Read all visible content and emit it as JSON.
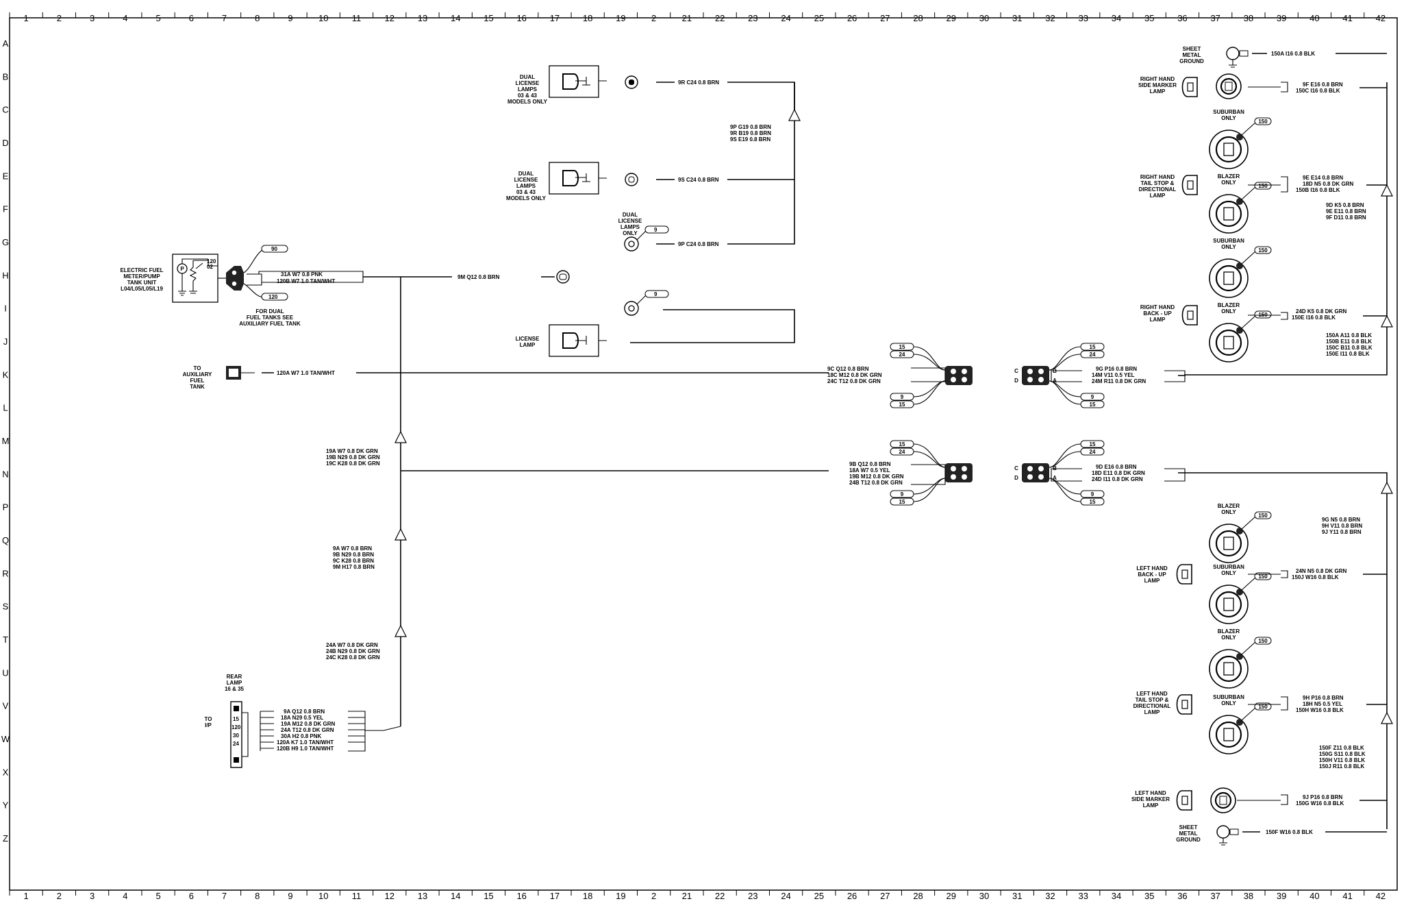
{
  "grid": {
    "columns": [
      "1",
      "2",
      "3",
      "4",
      "5",
      "6",
      "7",
      "8",
      "9",
      "10",
      "11",
      "12",
      "13",
      "14",
      "15",
      "16",
      "17",
      "18",
      "19",
      "2",
      "21",
      "22",
      "23",
      "24",
      "25",
      "26",
      "27",
      "28",
      "29",
      "30",
      "31",
      "32",
      "33",
      "34",
      "35",
      "36",
      "37",
      "38",
      "39",
      "40",
      "41",
      "42"
    ],
    "rows": [
      "A",
      "B",
      "C",
      "D",
      "E",
      "F",
      "G",
      "H",
      "I",
      "J",
      "K",
      "L",
      "M",
      "N",
      "P",
      "Q",
      "R",
      "S",
      "T",
      "U",
      "V",
      "W",
      "X",
      "Y",
      "Z"
    ]
  },
  "components": {
    "fuel_pump": {
      "lines": [
        "ELECTRIC FUEL",
        "METER/PUMP",
        "TANK UNIT",
        "L04/L05/L05/L19"
      ],
      "pin_a": "120",
      "pin_b": "02"
    },
    "fuel_connector": {
      "tag_top": "90",
      "tag_bottom": "120",
      "note_lines": [
        "FOR DUAL",
        "FUEL TANKS SEE",
        "AUXILIARY FUEL TANK"
      ]
    },
    "aux_fuel": {
      "lines": [
        "TO",
        "AUXILIARY",
        "FUEL",
        "TANK"
      ]
    },
    "rear_lamp": {
      "lines": [
        "REAR",
        "LAMP",
        "16 & 35"
      ],
      "to_lines": [
        "TO",
        "I/P"
      ],
      "pins": [
        "15",
        "120",
        "30",
        "24"
      ]
    },
    "dual_license_1": {
      "lines": [
        "DUAL",
        "LICENSE",
        "LAMPS",
        "03 & 43",
        "MODELS ONLY"
      ]
    },
    "dual_license_2": {
      "lines": [
        "DUAL",
        "LICENSE",
        "LAMPS",
        "03 & 43",
        "MODELS ONLY"
      ]
    },
    "dual_license_3": {
      "lines": [
        "DUAL",
        "LICENSE",
        "LAMPS",
        "ONLY"
      ],
      "tag": "9"
    },
    "license_lamp": {
      "lines": [
        "LICENSE",
        "LAMP"
      ],
      "tag": "9"
    },
    "sheet_metal_ground_top": {
      "lines": [
        "SHEET",
        "METAL",
        "GROUND"
      ]
    },
    "rh_side_marker": {
      "lines": [
        "RIGHT HAND",
        "SIDE MARKER",
        "LAMP"
      ]
    },
    "rh_tail": {
      "lines": [
        "RIGHT HAND",
        "TAIL STOP &",
        "DIRECTIONAL",
        "LAMP"
      ]
    },
    "rh_backup": {
      "lines": [
        "RIGHT HAND",
        "BACK - UP",
        "LAMP"
      ]
    },
    "lh_backup": {
      "lines": [
        "LEFT HAND",
        "BACK - UP",
        "LAMP"
      ]
    },
    "lh_tail": {
      "lines": [
        "LEFT HAND",
        "TAIL STOP &",
        "DIRECTIONAL",
        "LAMP"
      ]
    },
    "lh_side_marker": {
      "lines": [
        "LEFT HAND",
        "SIDE MARKER",
        "LAMP"
      ]
    },
    "sheet_metal_ground_bottom": {
      "lines": [
        "SHEET",
        "METAL",
        "GROUND"
      ]
    },
    "suburban_only": {
      "lines": [
        "SUBURBAN",
        "ONLY"
      ]
    },
    "blazer_only": {
      "lines": [
        "BLAZER",
        "ONLY"
      ]
    },
    "lamp_tags": [
      "150",
      "150",
      "150",
      "150",
      "150",
      "150",
      "150",
      "150"
    ],
    "conn_tags_upper_left": [
      "15",
      "24",
      "9",
      "15"
    ],
    "conn_tags_upper_right": [
      "15",
      "24",
      "9",
      "15"
    ],
    "conn_tags_lower_left": [
      "15",
      "24",
      "9",
      "15"
    ],
    "conn_tags_lower_right": [
      "15",
      "24",
      "9",
      "15"
    ],
    "conn_letters": [
      "C",
      "D",
      "B",
      "A"
    ]
  },
  "wires": {
    "fuel_out": [
      "31A  W7  0.8 PNK",
      "120B  W7  1.0 TAN/WHT"
    ],
    "ground_h": "9M  Q12  0.8 BRN",
    "aux_k": "120A  W7  1.0 TAN/WHT",
    "lic1": "9R  C24  0.8 BRN",
    "lic2": "9S  C24  0.8 BRN",
    "lic3": "9P  C24  0.8 BRN",
    "lic_bus": [
      "9P   G19  0.8 BRN",
      "9R   B19  0.8 BRN",
      "9S   E19  0.8 BRN"
    ],
    "bus_m": [
      "19A    W7   0.8 DK GRN",
      "19B    N29  0.8 DK GRN",
      "19C    K28  0.8 DK GRN"
    ],
    "bus_q": [
      "9A     W7   0.8 BRN",
      "9B     N29  0.8 BRN",
      "9C     K28  0.8 BRN",
      "9M     H17  0.8 BRN"
    ],
    "bus_t": [
      "24A    W7   0.8 DK GRN",
      "24B    N29  0.8 DK GRN",
      "24C    K28  0.8 DK GRN"
    ],
    "rear_lamp": [
      "9A    Q12  0.8 BRN",
      "18A   N29  0.5 YEL",
      "19A   M12  0.8 DK GRN",
      "24A   T12  0.8 DK GRN",
      "30A   H2   0.8 PNK",
      "120A  K7   1.0 TAN/WHT",
      "120B  H9   1.0 TAN/WHT"
    ],
    "conn_upper_in": [
      "9C   Q12  0.8 BRN",
      "18C  M12  0.8 DK GRN",
      "24C  T12  0.8 DK GRN"
    ],
    "conn_lower_in": [
      "9B   Q12  0.8 BRN",
      "18A  W7   0.5 YEL",
      "19B  M12  0.8 DK GRN",
      "24B  T12  0.8 DK GRN"
    ],
    "conn_upper_out": [
      "9G   P16  0.8 BRN",
      "14M  V11  0.5 YEL",
      "24M  R11  0.8 DK GRN"
    ],
    "conn_lower_out": [
      "9D   E16  0.8 BRN",
      "18D  E11  0.8 DK GRN",
      "24D  I11  0.8 DK GRN"
    ],
    "ground_top": "150A  I16  0.8 BLK",
    "rh_marker": [
      "9F   E16  0.8 BRN",
      "150C  I16  0.8 BLK"
    ],
    "rh_tail": [
      "9E   E14  0.8 BRN",
      "18D  N5   0.8 DK GRN",
      "150B  I16  0.8 BLK"
    ],
    "rh_group_f": [
      "9D   K5   0.8 BRN",
      "9E   E11  0.8 BRN",
      "9F   D11  0.8 BRN"
    ],
    "rh_backup": [
      "24D  K5   0.8 DK GRN",
      "150E  I16  0.8 BLK"
    ],
    "rh_group_j": [
      "150A  A11  0.8 BLK",
      "150B  E11  0.8 BLK",
      "150C  B11  0.8 BLK",
      "150E  I11  0.8 BLK"
    ],
    "lh_group_p": [
      "9G   N5   0.8 BRN",
      "9H   V11  0.8 BRN",
      "9J   Y11  0.8 BRN"
    ],
    "lh_backup": [
      "24N  N5   0.8 DK GRN",
      "150J  W16  0.8 BLK"
    ],
    "lh_tail": [
      "9H   P16  0.8 BRN",
      "18H  N5   0.5 YEL",
      "150H  W16  0.8 BLK"
    ],
    "lh_group_x": [
      "150F  Z11  0.8 BLK",
      "150G  S11  0.8 BLK",
      "150H  V11  0.8 BLK",
      "150J  R11  0.8 BLK"
    ],
    "lh_marker": [
      "9J   P16  0.8 BRN",
      "150G  W16  0.8 BLK"
    ],
    "ground_bottom": "150F  W16  0.8 BLK"
  }
}
